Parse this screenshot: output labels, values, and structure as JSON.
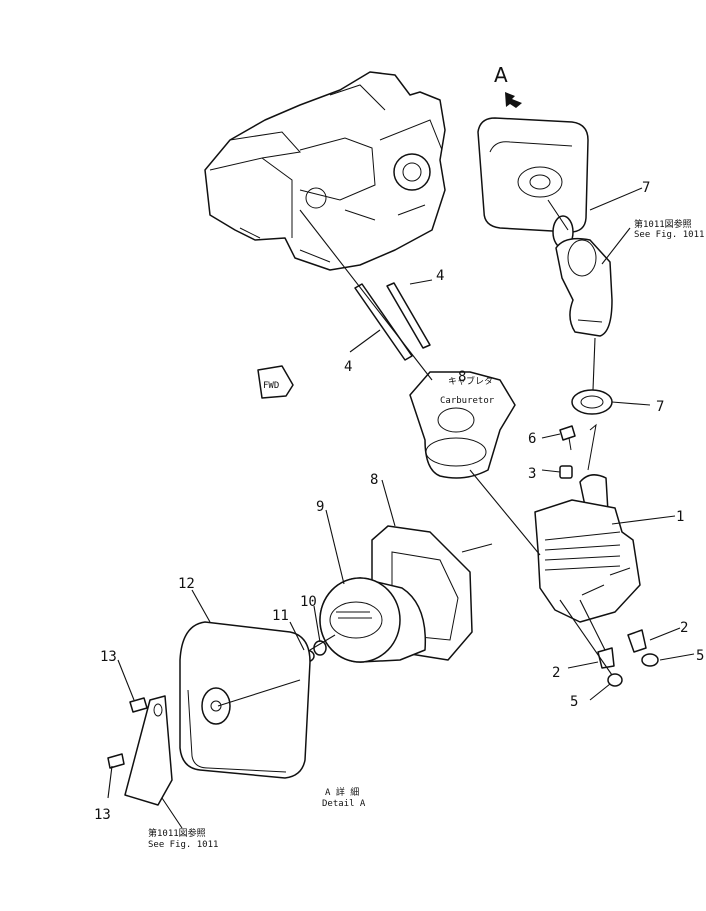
{
  "detail_label": "A",
  "callouts": {
    "c1": "1",
    "c2a": "2",
    "c2b": "2",
    "c3": "3",
    "c4a": "4",
    "c4b": "4",
    "c5a": "5",
    "c5b": "5",
    "c6": "6",
    "c7a": "7",
    "c7b": "7",
    "c8a": "8",
    "c8b": "8",
    "c9": "9",
    "c10": "10",
    "c11": "11",
    "c12": "12",
    "c13a": "13",
    "c13b": "13"
  },
  "notes": {
    "fig_ref_top_jp": "第1011図参照",
    "fig_ref_top_en": "See Fig. 1011",
    "fig_ref_bottom_jp": "第1011図参照",
    "fig_ref_bottom_en": "See Fig. 1011",
    "carburetor_jp": "キャブレタ",
    "carburetor_en": "Carburetor",
    "detail_jp": "A 詳 細",
    "detail_en": "Detail A",
    "fwd": "FWD"
  },
  "icons": {
    "direction": "arrow-icon",
    "fwd": "fwd-arrow-icon"
  }
}
